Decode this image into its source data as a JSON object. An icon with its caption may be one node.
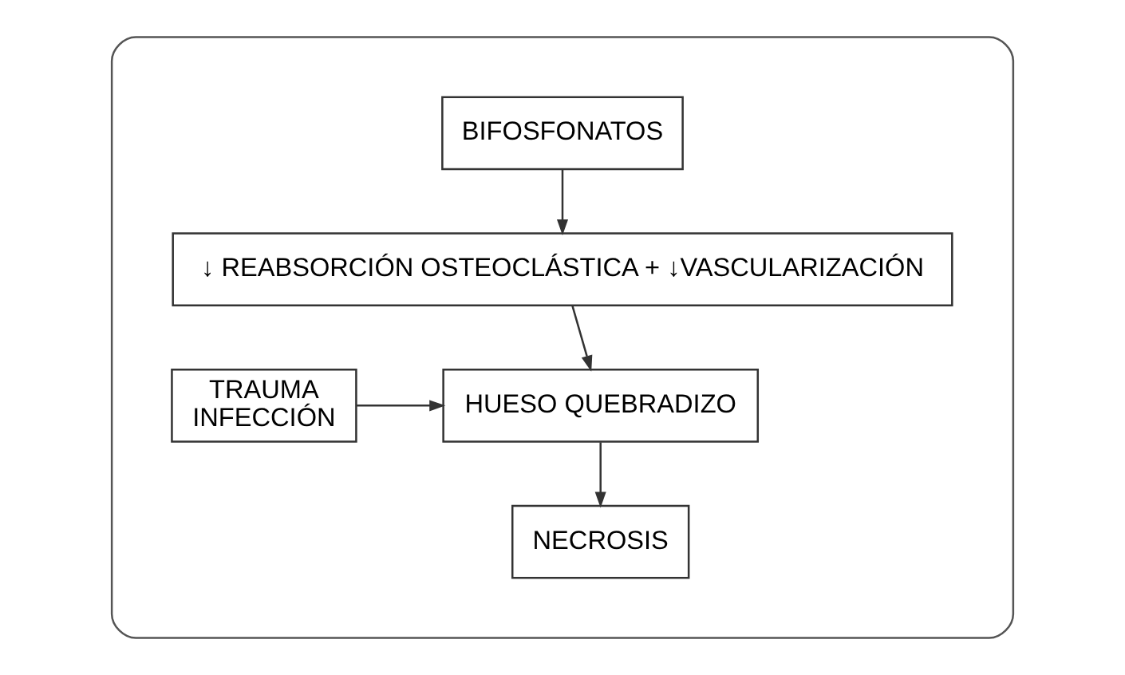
{
  "diagram": {
    "nodes": [
      {
        "text": [],
        "shape": "box"
      },
      {
        "text": [
          "BIFOSFONATOS"
        ],
        "in": 0
      },
      {
        "text": [
          "↓ REABSORCIÓN OSTEOCLÁSTICA + ↓VASCULARIZACIÓN"
        ],
        "in": 0
      },
      {
        "text": [
          "TRAUMA INFECCIÓN"
        ],
        "in": 0
      },
      {
        "text": [
          "HUESO QUEBRADIZO"
        ],
        "in": 0
      },
      {
        "text": [
          "NECROSIS"
        ],
        "in": 0
      }
    ],
    "edges": [
      {
        "from": 1,
        "to": 2,
        "arrow": "to"
      },
      {
        "from": 2,
        "to": 4,
        "arrow": "to"
      },
      {
        "from": 3,
        "to": 4,
        "arrow": "to"
      },
      {
        "from": 4,
        "to": 5,
        "arrow": "to"
      }
    ]
  }
}
